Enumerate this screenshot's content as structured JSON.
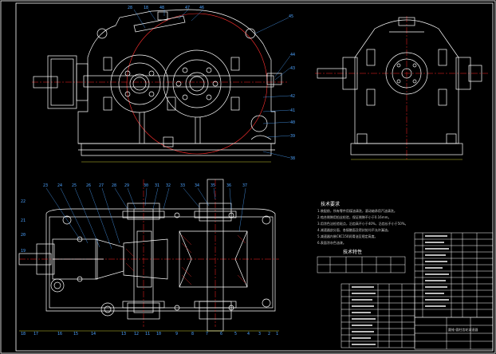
{
  "drawing": {
    "background": "#000000",
    "line_color": "#ffffff",
    "center_line_color": "#ff2020",
    "gear_color": "#ff3030",
    "label_color": "#4da3ff",
    "dimension_color": "#ffff40",
    "callouts_front": [
      "28",
      "18",
      "48",
      "47",
      "46",
      "45",
      "44",
      "43",
      "42",
      "41",
      "40",
      "39",
      "38"
    ],
    "callouts_plan_top": [
      "23",
      "24",
      "25",
      "26",
      "27",
      "28",
      "29",
      "30",
      "31",
      "32",
      "33",
      "34",
      "35",
      "36",
      "37"
    ],
    "callouts_plan_left": [
      "22",
      "21",
      "20",
      "19"
    ],
    "callouts_plan_bottom": [
      "18",
      "17",
      "16",
      "15",
      "14",
      "13",
      "12",
      "11",
      "10",
      "9",
      "8",
      "7",
      "6",
      "5",
      "4",
      "3",
      "2",
      "1"
    ]
  },
  "notes": {
    "title": "技术要求",
    "lines": [
      "1.装配前，所有零件用煤油清洗，滚动轴承用汽油清洗。",
      "2.啮合侧隙用铅丝检验，保证侧隙不小于0.16mm。",
      "3.用涂色法检验斑点，沿齿高不小于40%，沿齿长不小于50%。",
      "4.减速器剖分面、各接触面及密封处均不允许漏油。",
      "5.减速器内装CKC150润滑油至规定高度。",
      "6.表面涂灰色油漆。"
    ]
  },
  "spec_table": {
    "title": "技术特性"
  },
  "title_block": {
    "name": "圆锥-圆柱齿轮减速器"
  }
}
